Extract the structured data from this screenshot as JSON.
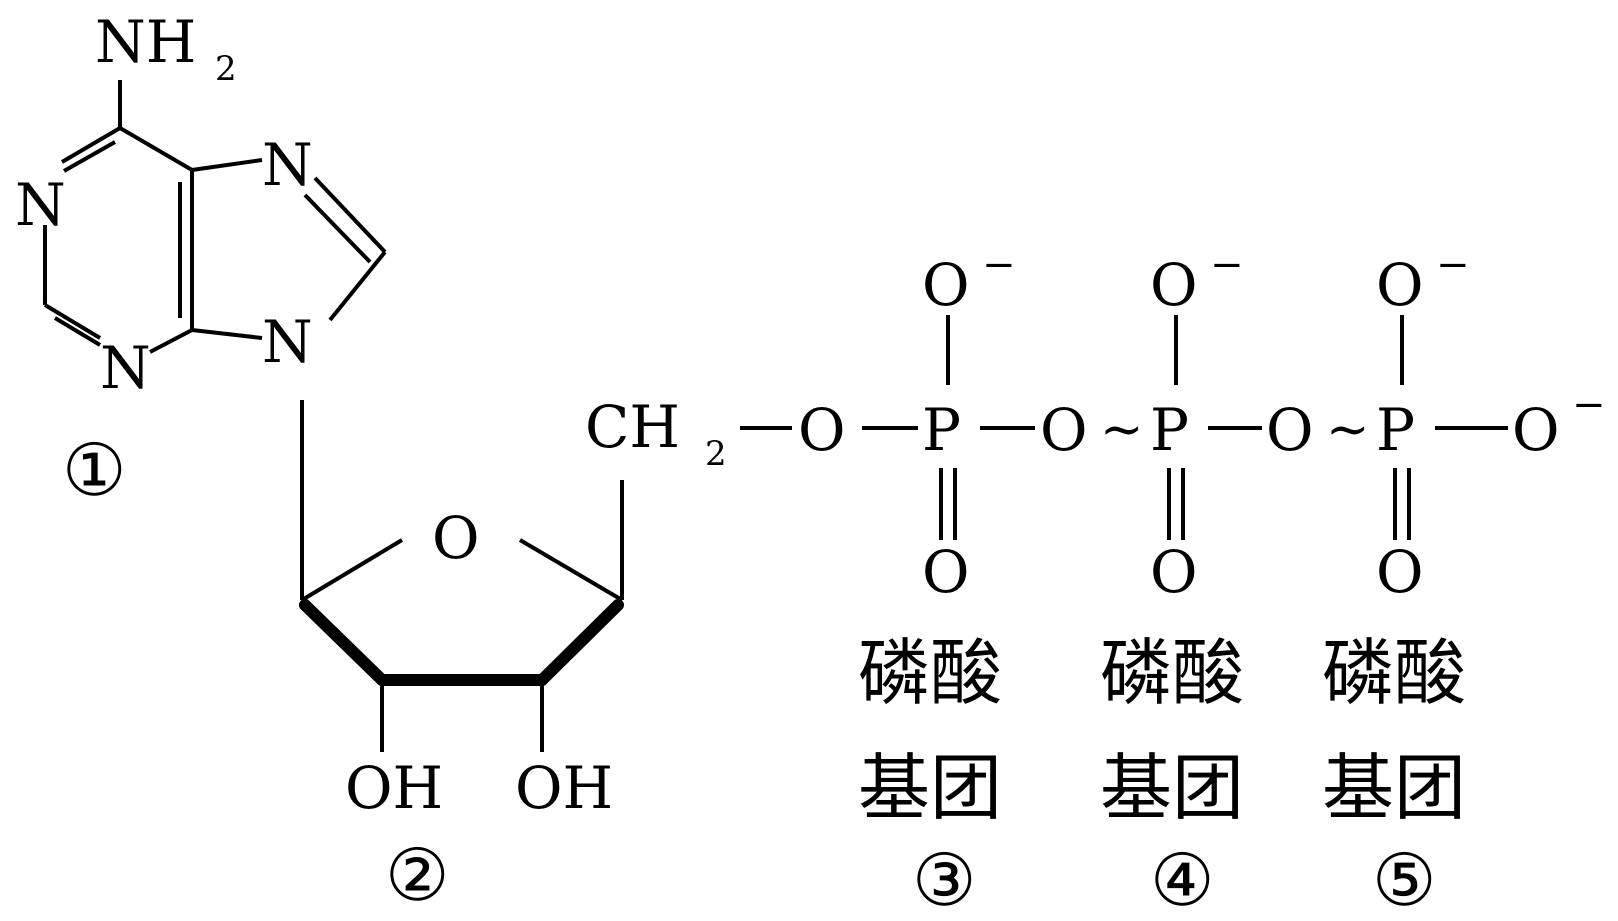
{
  "adenine": {
    "amine": "NH",
    "amine_sub": "2",
    "n1": "N",
    "n3": "N",
    "n7": "N",
    "n9": "N",
    "marker": "①"
  },
  "ribose": {
    "ring_o": "O",
    "oh_left": "OH",
    "oh_right": "OH",
    "ch2": "CH",
    "ch2_sub": "2",
    "marker": "②"
  },
  "phosphates": {
    "bridge_o1": "O",
    "bridge_o2": "O",
    "bridge_o3": "O",
    "tilde": "~",
    "p": "P",
    "top_o": "O",
    "charge": "−",
    "bottom_o": "O",
    "terminal_o": "O"
  },
  "groups": [
    {
      "line1": "磷酸",
      "line2": "基团",
      "marker": "③"
    },
    {
      "line1": "磷酸",
      "line2": "基团",
      "marker": "④"
    },
    {
      "line1": "磷酸",
      "line2": "基团",
      "marker": "⑤"
    }
  ]
}
